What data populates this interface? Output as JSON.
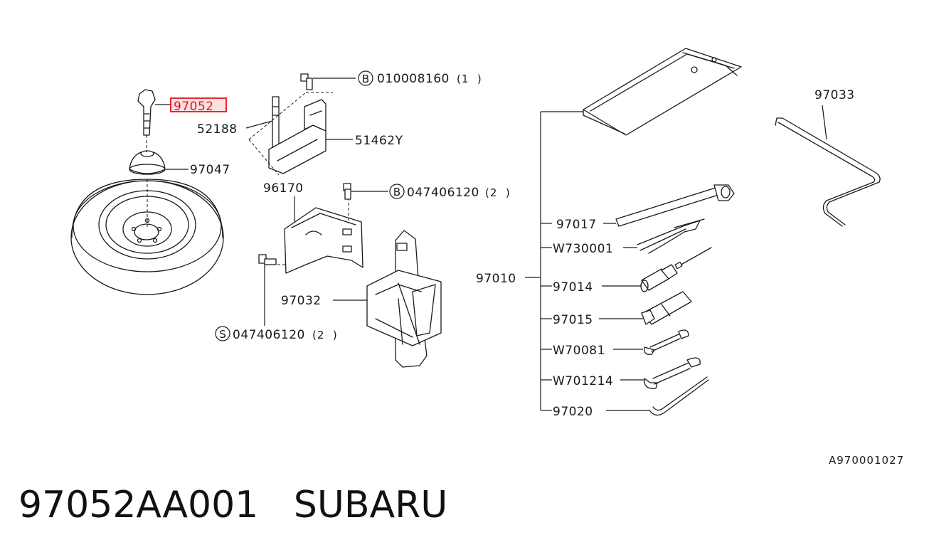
{
  "colors": {
    "line": "#1a1a1a",
    "highlight": "#e0141e",
    "highlight_fill": "#fbe0e0",
    "background": "#ffffff"
  },
  "diagram_code": "A970001027",
  "footer": {
    "part_number": "97052AA001",
    "brand": "SUBARU"
  },
  "callouts": {
    "hook_97052": "97052",
    "bolt_52188": "52188",
    "bracket_51462y": "51462Y",
    "cone_97047": "97047",
    "bracket_96170": "96170",
    "jack_97032": "97032",
    "bag_97010": "97010",
    "handle_97033": "97033",
    "wrench_97017": "97017",
    "pliers_w730001": "W730001",
    "driver_97014": "97014",
    "socket_97015": "97015",
    "spanner_w70081": "W70081",
    "spanner_w701214": "W701214",
    "lever_97020": "97020"
  },
  "fasteners": {
    "b1": {
      "symbol": "B",
      "code": "010008160",
      "qty": "(1  )"
    },
    "b2": {
      "symbol": "B",
      "code": "047406120",
      "qty": "(2  )"
    },
    "s1": {
      "symbol": "S",
      "code": "047406120",
      "qty": "(2  )"
    }
  }
}
